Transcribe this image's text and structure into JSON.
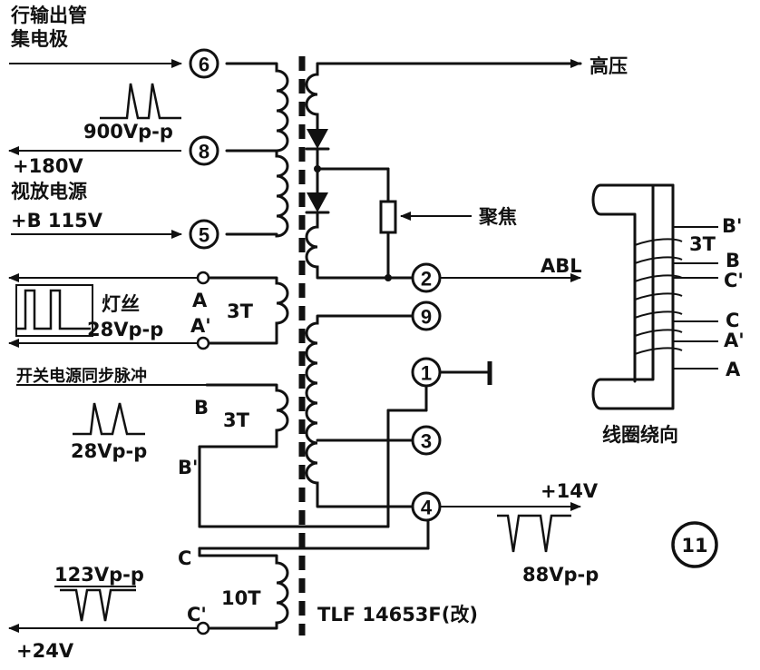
{
  "labels": {
    "hot_title_1": "行输出管",
    "hot_title_2": "集电极",
    "v900": "900Vp-p",
    "v180": "+180V",
    "video_amp": "视放电源",
    "b115": "+B 115V",
    "heater": "灯丝",
    "v28a": "28Vp-p",
    "sync": "开关电源同步脉冲",
    "v28b": "28Vp-p",
    "v123": "123Vp-p",
    "v24": "+24V",
    "high_voltage": "高压",
    "focus": "聚焦",
    "abl": "ABL",
    "v14": "+14V",
    "v88": "88Vp-p",
    "model": "TLF 14653F(改)",
    "winding_dir": "线圈绕向",
    "fig_no": "11"
  },
  "pins": {
    "p6": "6",
    "p8": "8",
    "p5": "5",
    "p2": "2",
    "p9": "9",
    "p1": "1",
    "p3": "3",
    "p4": "4"
  },
  "terminals": {
    "A": "A",
    "A_prime": "A'",
    "B": "B",
    "B_prime": "B'",
    "C": "C",
    "C_prime": "C'"
  },
  "turns": {
    "t_heater": "3T",
    "t_sync": "3T",
    "t_c": "10T",
    "t_side": "3T"
  },
  "side_labels": {
    "b_prime": "B'",
    "b": "B",
    "c_prime": "C'",
    "c": "C",
    "a_prime": "A'",
    "a": "A"
  }
}
